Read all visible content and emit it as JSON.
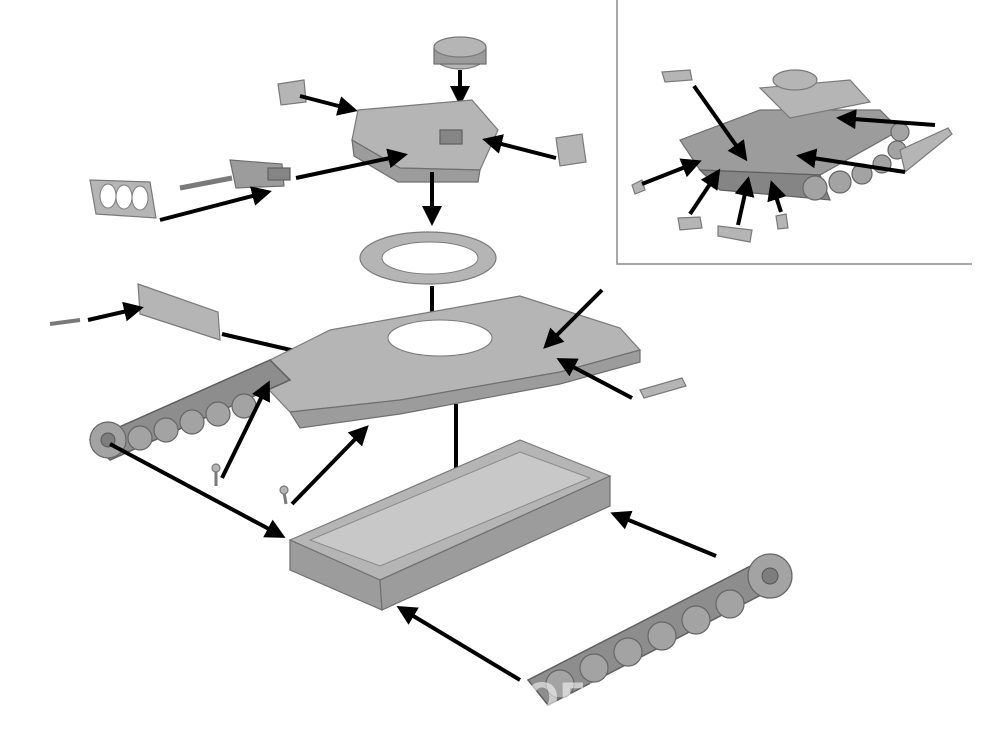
{
  "watermark": {
    "text": "OFD"
  },
  "colors": {
    "background": "#ffffff",
    "plastic": "#9c9c9c",
    "arrow": "#000000",
    "inset_border": "#8a8a8a"
  },
  "parts": [
    "turret-hatch-cupola",
    "mantlet-block",
    "turret",
    "side-hatch-block",
    "main-gun-assembly",
    "gun-mantlet-shield",
    "turret-ring",
    "rear-hull-plate",
    "tow-pin",
    "upper-hull",
    "small-clip-part",
    "left-track-run",
    "right-track-run",
    "lower-hull-tub",
    "antenna-peg-1",
    "antenna-peg-2",
    "assembled-tank-inset"
  ]
}
